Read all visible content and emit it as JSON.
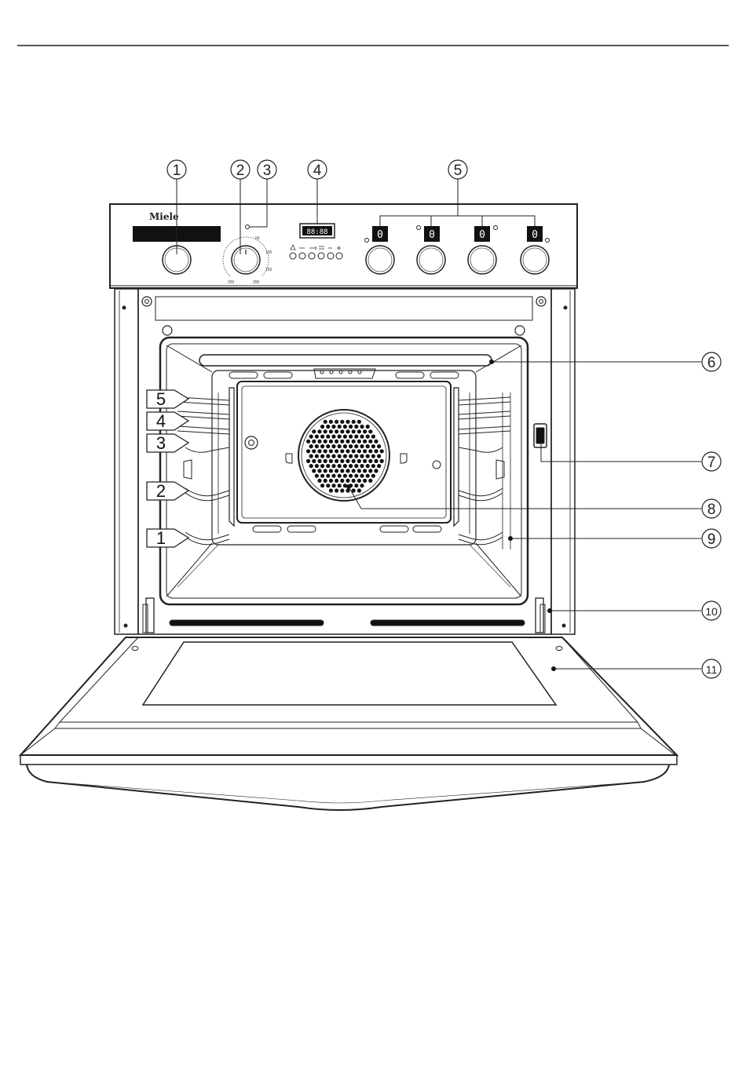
{
  "brand": "Miele",
  "display_text": "88:88",
  "zone_display_value": "0",
  "dial_scale": [
    "50",
    "100",
    "150",
    "200",
    "250"
  ],
  "callouts": [
    "1",
    "2",
    "3",
    "4",
    "5",
    "6",
    "7",
    "8",
    "9",
    "10",
    "11"
  ],
  "shelf_levels": [
    "5",
    "4",
    "3",
    "2",
    "1"
  ]
}
